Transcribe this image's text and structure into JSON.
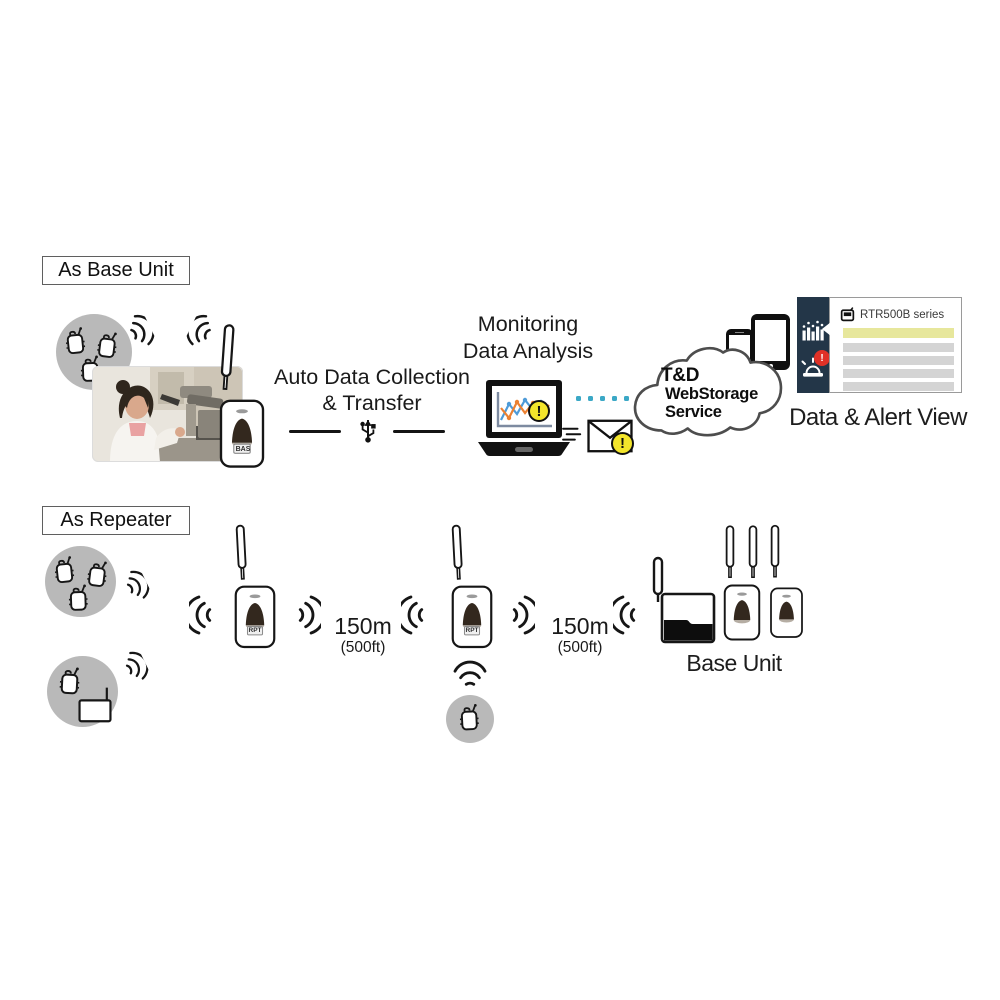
{
  "base_section": {
    "title": "As Base Unit",
    "auto1": "Auto Data Collection",
    "auto2": "& Transfer",
    "mon1": "Monitoring",
    "mon2": "Data Analysis",
    "device_label": "BAS"
  },
  "repeater_section": {
    "title": "As Repeater",
    "device_label": "RPT",
    "dist1": {
      "value": "150m",
      "sub": "(500ft)"
    },
    "dist2": {
      "value": "150m",
      "sub": "(500ft)"
    },
    "base_unit": "Base Unit"
  },
  "cloud": {
    "l1": "T&D",
    "l2": "WebStorage",
    "l3": "Service"
  },
  "alert_view": {
    "title": "RTR500B series",
    "caption": "Data & Alert View"
  },
  "icons": {
    "alert": "!"
  },
  "colors": {
    "alert_yellow": "#f3e52b",
    "alert_red": "#e03127",
    "sidebar_navy": "#233648",
    "chart_blue": "#4f9bd8",
    "chart_orange": "#ec8132",
    "dotted_teal": "#3ba8c6",
    "row_highlight_yellow": "#e7e79c",
    "row_gray": "#d4d4d4",
    "circle_gray": "#b9b9b9"
  }
}
